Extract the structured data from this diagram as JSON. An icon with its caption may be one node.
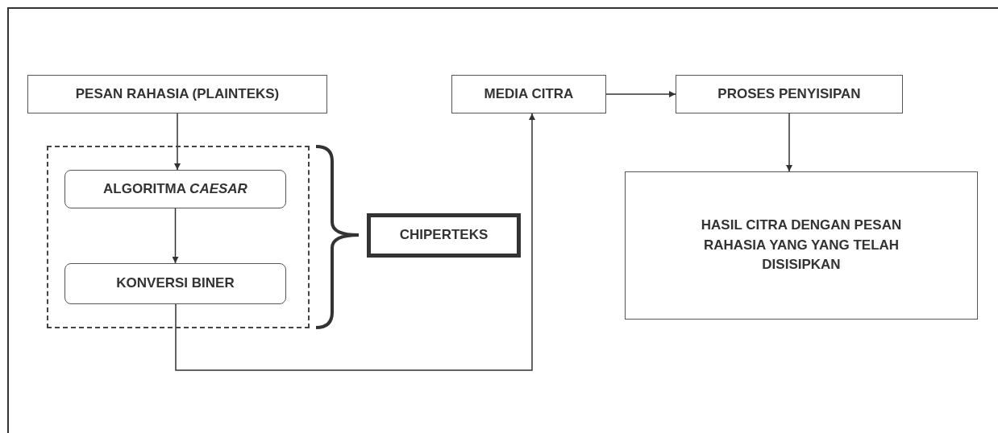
{
  "diagram": {
    "nodes": [
      {
        "text": [
          "PESAN RAHASIA (PLAINTEKS)"
        ]
      },
      {
        "text": [],
        "shape": "box"
      },
      {
        "text": [
          "ALGORITMA *CAESAR*"
        ],
        "in": 1
      },
      {
        "text": [
          "KONVERSI BINER"
        ],
        "in": 1
      },
      {
        "text": [
          "CHIPERTEKS"
        ]
      },
      {
        "text": [
          "MEDIA CITRA"
        ]
      },
      {
        "text": [
          "PROSES PENYISIPAN"
        ]
      },
      {
        "text": [
          "HASIL CITRA DENGAN PESAN RAHASIA YANG YANG TELAH DISISIPKAN"
        ]
      }
    ],
    "edges": [
      {
        "from": 0,
        "to": 2,
        "arrow": "to"
      },
      {
        "from": 2,
        "to": 3,
        "arrow": "to"
      },
      {
        "from": 3,
        "to": 5,
        "arrow": "to"
      },
      {
        "from": 5,
        "to": 6,
        "arrow": "to"
      },
      {
        "from": 6,
        "to": 7,
        "arrow": "to"
      }
    ]
  }
}
